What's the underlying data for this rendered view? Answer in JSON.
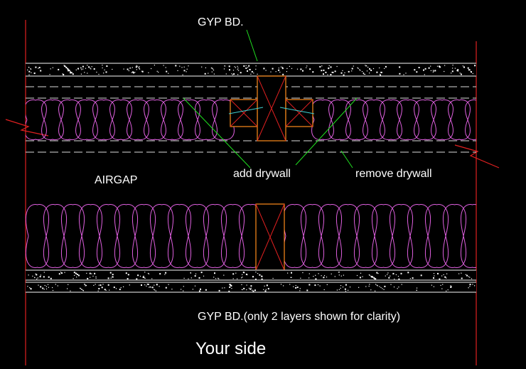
{
  "labels": {
    "gyp_top": "GYP BD.",
    "airgap": "AIRGAP",
    "add_drywall": "add drywall",
    "remove_drywall": "remove drywall",
    "gyp_bottom": "GYP BD.(only 2 layers shown for clarity)",
    "your_side": "Your side"
  },
  "colors": {
    "background": "#000000",
    "text": "#ffffff",
    "wall_edge": "#e02020",
    "board_line": "#c8c8c8",
    "dashed_line": "#dcdcdc",
    "insulation": "#e060e0",
    "stud": "#ff8c1a",
    "stud_cross": "#e02020",
    "leader_green": "#20e020",
    "leader_cyan": "#40d0d0",
    "break_mark": "#e02020"
  }
}
